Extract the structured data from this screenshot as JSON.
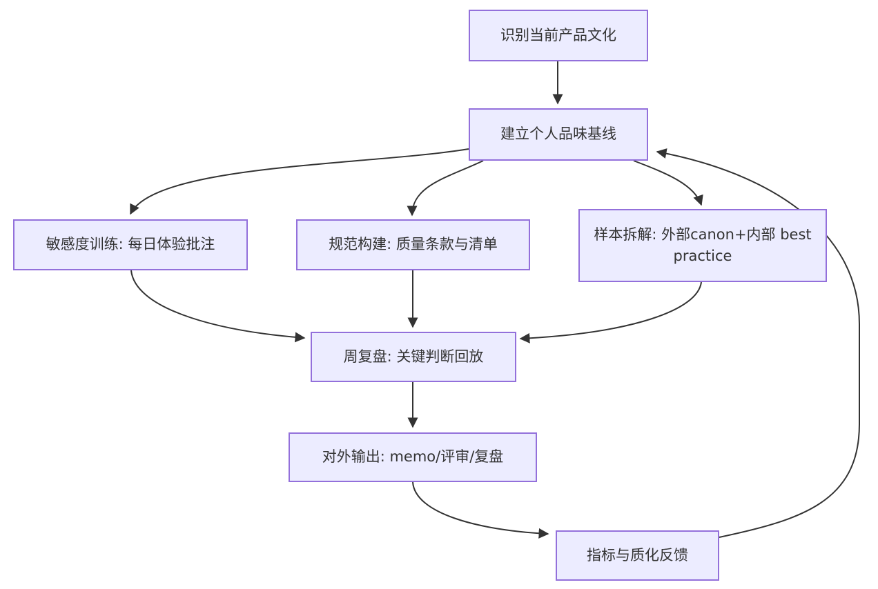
{
  "diagram": {
    "type": "flowchart-top-down",
    "background_color": "#ffffff",
    "node_fill_color": "#ECECFF",
    "node_border_color": "#9370DB",
    "edge_color": "#333333",
    "text_color": "#333333",
    "nodes": [
      {
        "id": "identify-culture",
        "label": "识别当前产品文化"
      },
      {
        "id": "taste-baseline",
        "label": "建立个人品味基线"
      },
      {
        "id": "sensitivity-training",
        "label": "敏感度训练: 每日体验批注"
      },
      {
        "id": "spec-building",
        "label": "规范构建: 质量条款与清单"
      },
      {
        "id": "sample-breakdown",
        "label": "样本拆解: 外部canon+内部 best practice"
      },
      {
        "id": "weekly-review",
        "label": "周复盘: 关键判断回放"
      },
      {
        "id": "external-output",
        "label": "对外输出: memo/评审/复盘"
      },
      {
        "id": "metrics-feedback",
        "label": "指标与质化反馈"
      }
    ],
    "edges": [
      {
        "from": "identify-culture",
        "to": "taste-baseline"
      },
      {
        "from": "taste-baseline",
        "to": "sensitivity-training"
      },
      {
        "from": "taste-baseline",
        "to": "spec-building"
      },
      {
        "from": "taste-baseline",
        "to": "sample-breakdown"
      },
      {
        "from": "sensitivity-training",
        "to": "weekly-review"
      },
      {
        "from": "spec-building",
        "to": "weekly-review"
      },
      {
        "from": "sample-breakdown",
        "to": "weekly-review"
      },
      {
        "from": "weekly-review",
        "to": "external-output"
      },
      {
        "from": "external-output",
        "to": "metrics-feedback"
      },
      {
        "from": "metrics-feedback",
        "to": "taste-baseline"
      }
    ]
  }
}
